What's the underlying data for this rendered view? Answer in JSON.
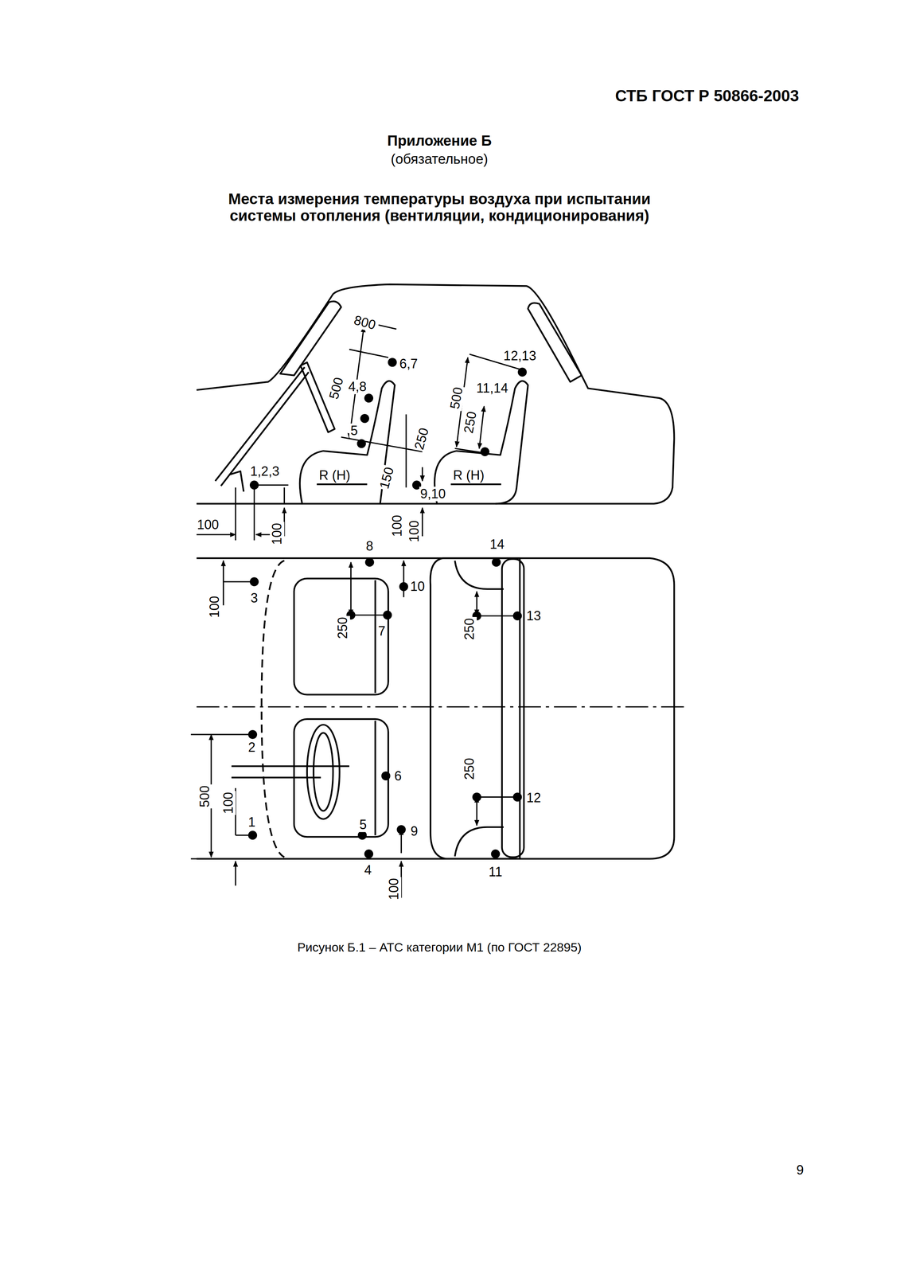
{
  "diagram": {
    "title": "Места измерения температуры воздуха при испытании системы отопления (вентиляции, кондиционирования)",
    "caption": "Рисунок Б.1 – АТС категории М1 (по ГОСТ 22895)",
    "labels": [
      "СТБ ГОСТ Р 50866-2003",
      "Приложение Б",
      "(обязательное)",
      "9",
      "800",
      "6,7",
      "500",
      "4,8",
      "5",
      "250",
      "150",
      "1,2,3",
      "R (H)",
      "R (H)",
      "9,10",
      "12,13",
      "11,14",
      "500",
      "250",
      "100",
      "100",
      "100",
      "100",
      "8",
      "14",
      "3",
      "100",
      "10",
      "7",
      "250",
      "250",
      "13",
      "2",
      "6",
      "250",
      "500",
      "100",
      "12",
      "1",
      "5",
      "9",
      "4",
      "11",
      "100"
    ]
  }
}
